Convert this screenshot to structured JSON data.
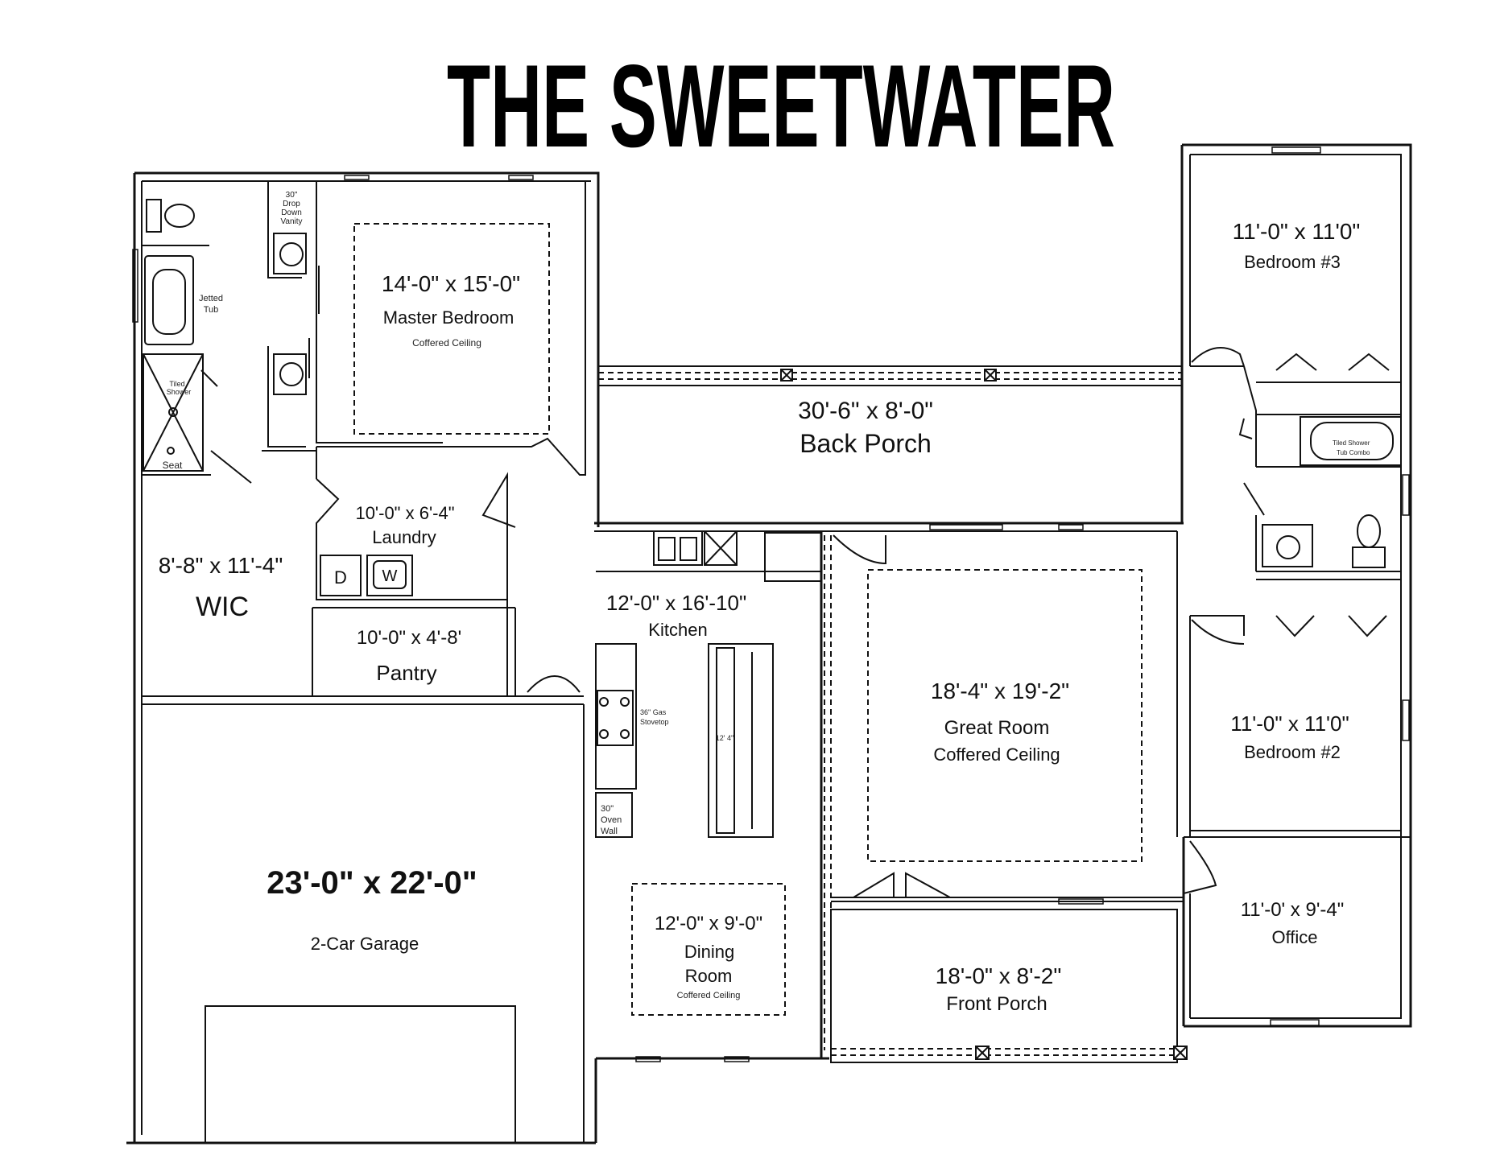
{
  "title": "THE SWEETWATER",
  "rooms": {
    "master_bedroom": {
      "dim": "14'-0\" x 15'-0\"",
      "name": "Master Bedroom",
      "note": "Coffered Ceiling"
    },
    "back_porch": {
      "dim": "30'-6\" x 8'-0\"",
      "name": "Back Porch"
    },
    "bedroom3": {
      "dim": "11'-0\" x 11'0\"",
      "name": "Bedroom #3"
    },
    "laundry": {
      "dim": "10'-0\" x 6'-4\"",
      "name": "Laundry"
    },
    "wic": {
      "dim": "8'-8\" x 11'-4\"",
      "name": "WIC"
    },
    "pantry": {
      "dim": "10'-0\" x 4'-8'",
      "name": "Pantry"
    },
    "kitchen": {
      "dim": "12'-0\" x 16'-10\"",
      "name": "Kitchen"
    },
    "great_room": {
      "dim": "18'-4\" x 19'-2\"",
      "name": "Great Room",
      "note": "Coffered Ceiling"
    },
    "bedroom2": {
      "dim": "11'-0\" x 11'0\"",
      "name": "Bedroom #2"
    },
    "garage": {
      "dim": "23'-0\" x 22'-0\"",
      "name": "2-Car Garage"
    },
    "dining": {
      "dim": "12'-0\" x 9'-0\"",
      "name1": "Dining",
      "name2": "Room",
      "note": "Coffered Ceiling"
    },
    "front_porch": {
      "dim": "18'-0\" x 8'-2\"",
      "name": "Front Porch"
    },
    "office": {
      "dim": "11'-0' x 9'-4\"",
      "name": "Office"
    }
  },
  "fixtures": {
    "vanity": [
      "30\"",
      "Drop",
      "Down",
      "Vanity"
    ],
    "jetted_tub": [
      "Jetted",
      "Tub"
    ],
    "tiled_shower": [
      "Tiled",
      "Shower"
    ],
    "seat": "Seat",
    "dryer": "D",
    "washer": "W",
    "stovetop": [
      "36\" Gas",
      "Stovetop"
    ],
    "oven_wall": [
      "30\"",
      "Oven",
      "Wall"
    ],
    "island_len": "12' 4\"",
    "tub_combo": [
      "Tiled Shower",
      "Tub Combo"
    ]
  }
}
